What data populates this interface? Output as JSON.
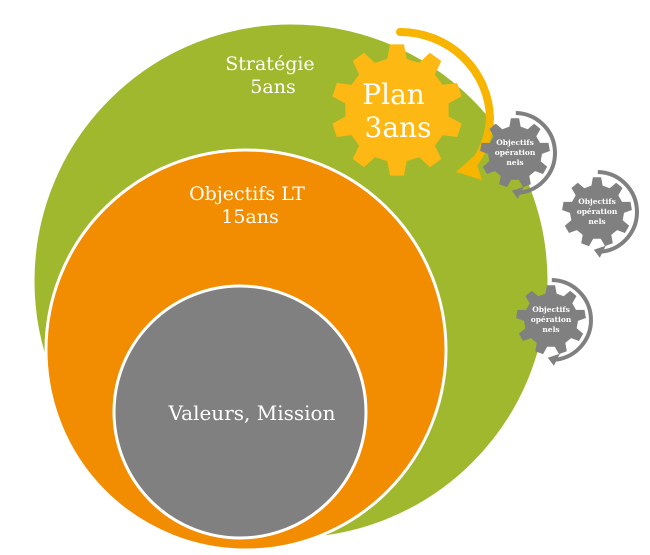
{
  "diagram": {
    "strategie": {
      "line1": "Stratégie",
      "line2": "5ans",
      "color": "#9fb82e"
    },
    "objectifs_lt": {
      "line1": "Objectifs LT",
      "line2": "15ans",
      "color": "#f28c00"
    },
    "valeurs": {
      "label": "Valeurs, Mission",
      "color": "#808080"
    },
    "plan": {
      "line1": "Plan",
      "line2": "3ans",
      "gear_color": "#fdb813",
      "arrow_color": "#f7b500",
      "icon": "gear-icon"
    },
    "operational_gears": [
      {
        "line1": "Objectifs",
        "line2": "opération",
        "line3": "nels",
        "icon": "gear-icon"
      },
      {
        "line1": "Objectifs",
        "line2": "opération",
        "line3": "nels",
        "icon": "gear-icon"
      },
      {
        "line1": "Objectifs",
        "line2": "opération",
        "line3": "nels",
        "icon": "gear-icon"
      }
    ],
    "small_gear_color": "#808080"
  }
}
